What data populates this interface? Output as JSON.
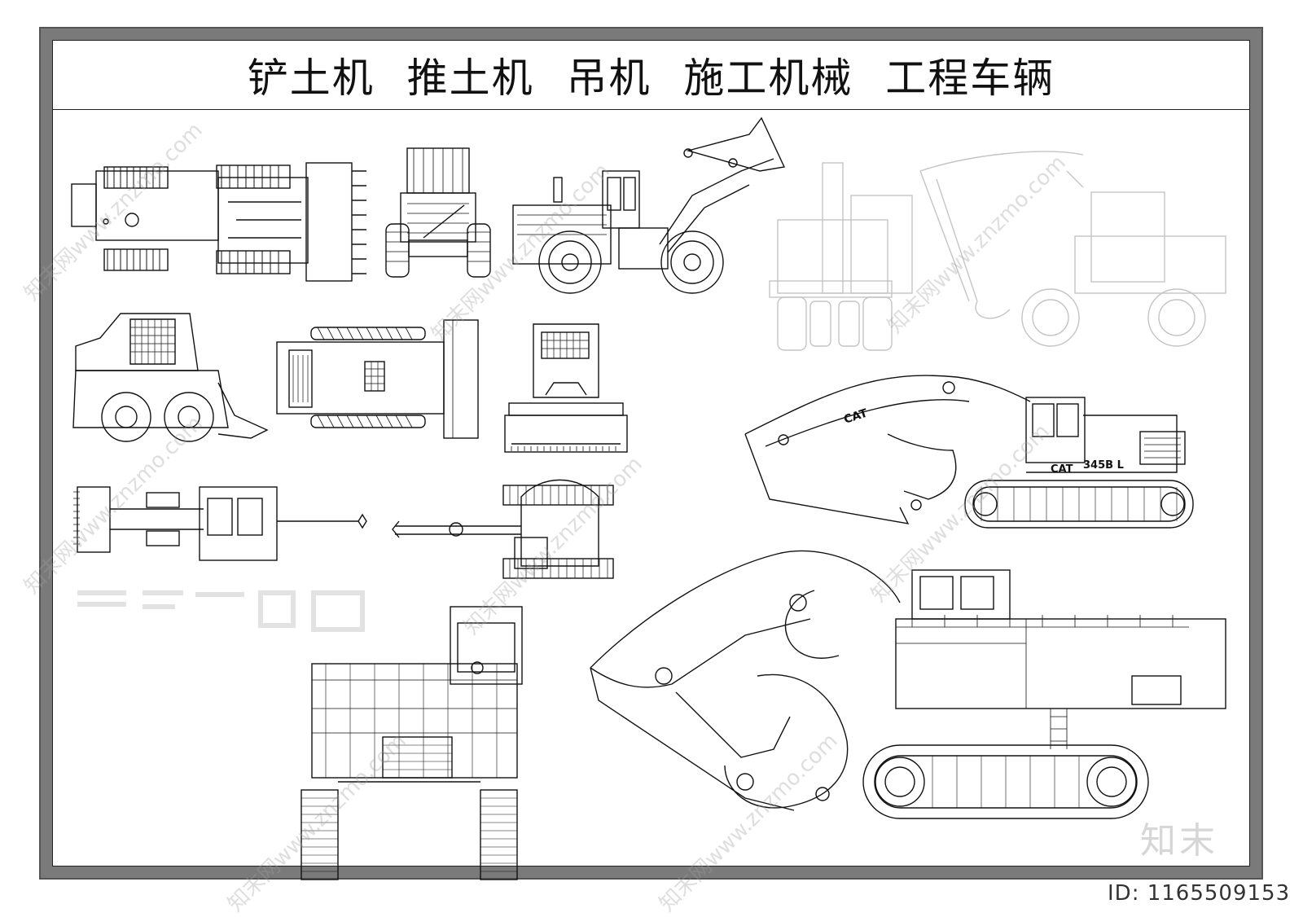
{
  "title": "铲土机  推土机  吊机  施工机械  工程车辆",
  "brand_mark": "知末",
  "id_text": "ID: 1165509153",
  "watermark_text": "知末网www.znzmo.com",
  "model_badge": "345B L",
  "maker_badge": "CAT",
  "colors": {
    "line": "#111111",
    "frame": "#7a7a7a",
    "faint": "#bdbdbd"
  }
}
